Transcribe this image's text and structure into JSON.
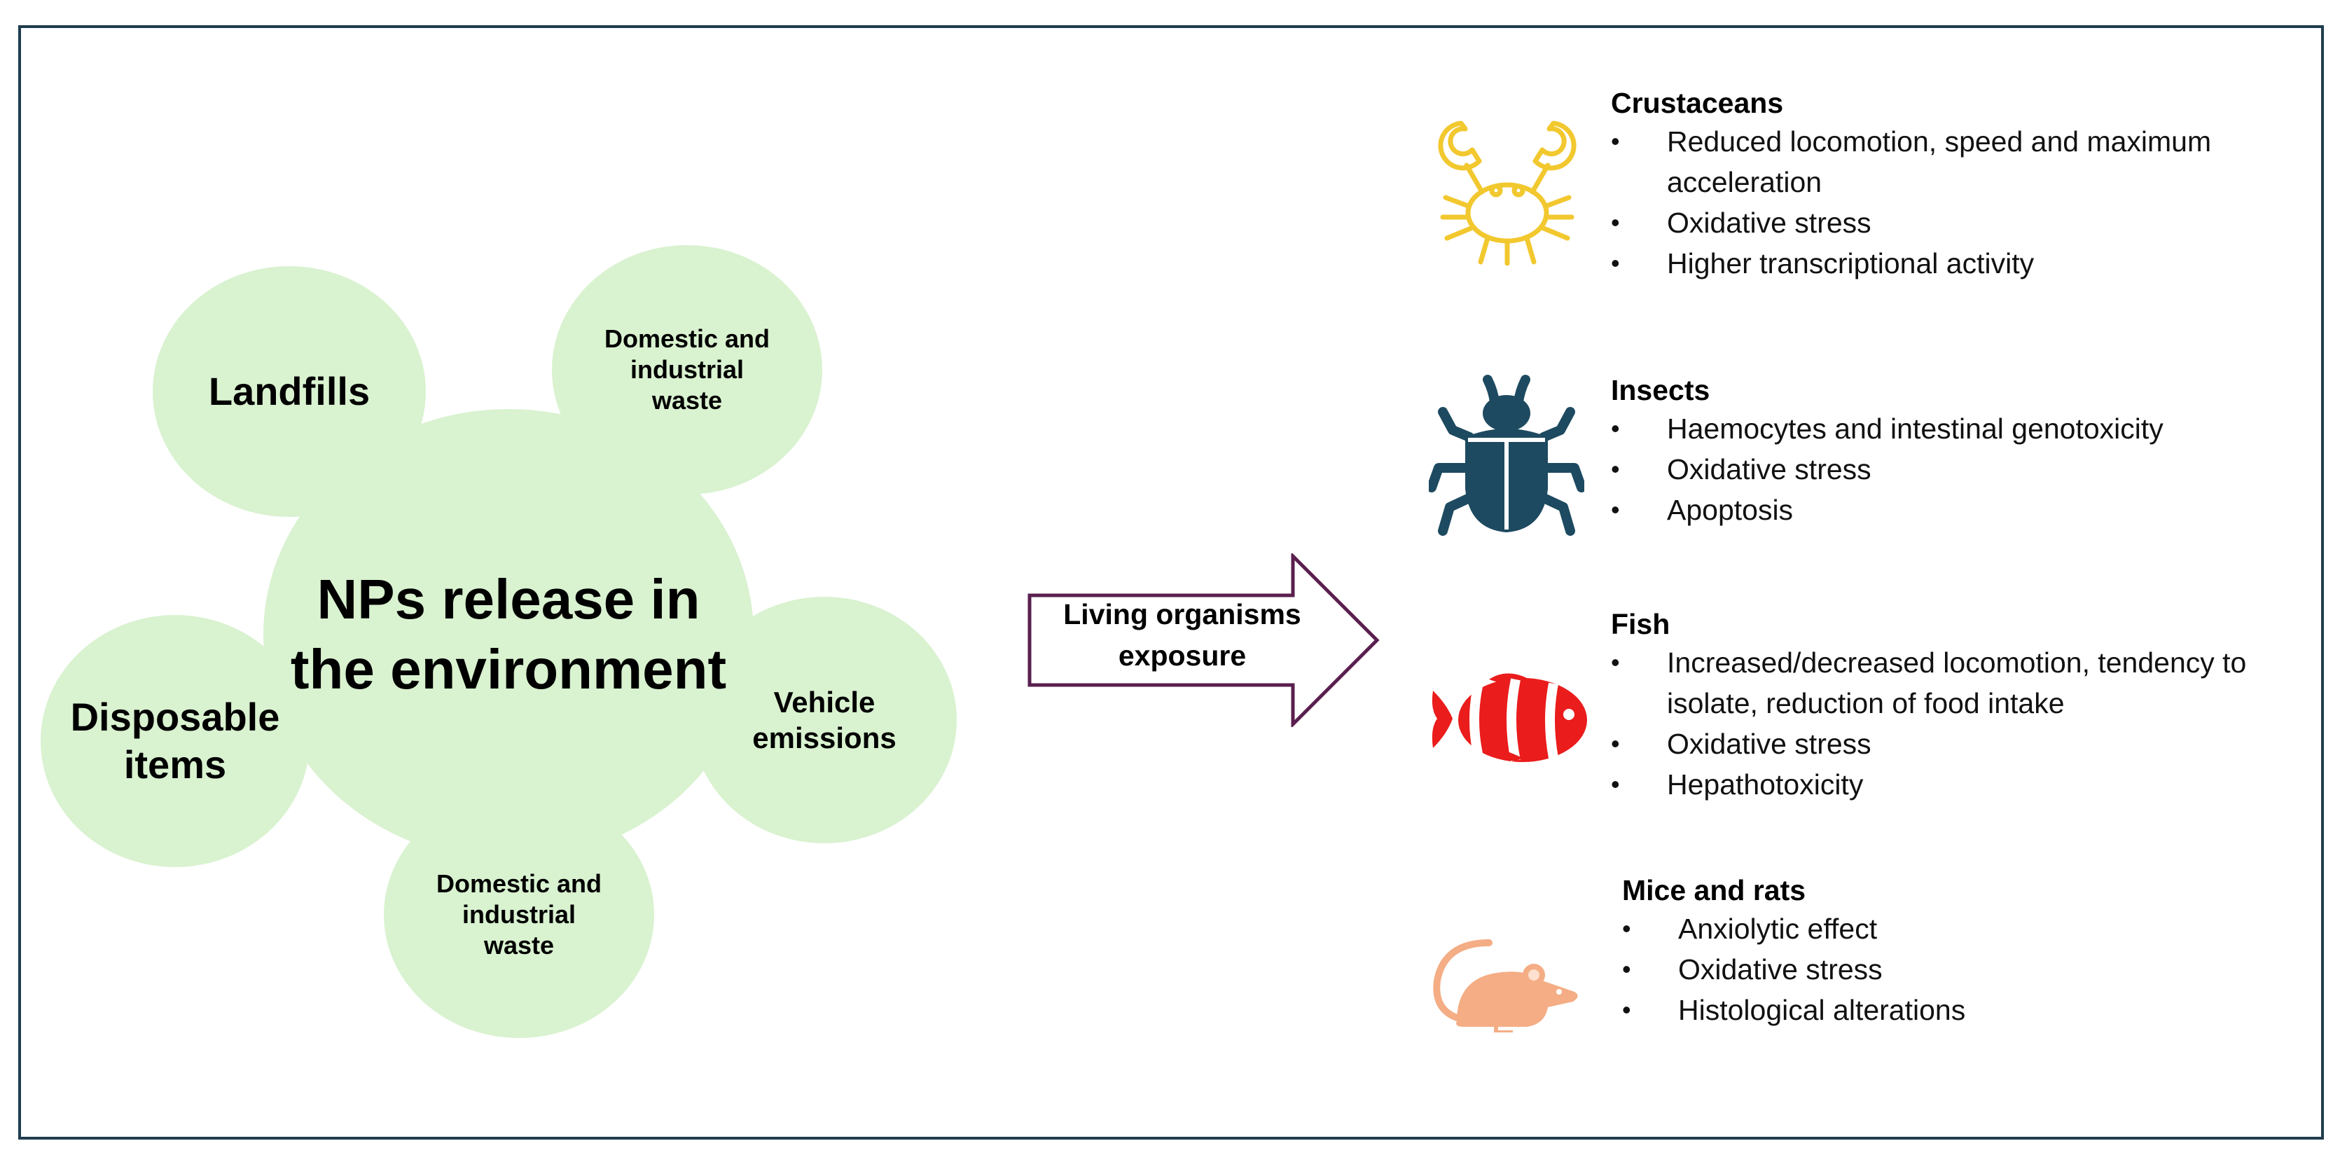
{
  "sources": {
    "landfills": "Landfills",
    "waste_top": "Domestic and industrial waste",
    "center": "NPs release in the environment",
    "disposable": "Disposable items",
    "vehicle": "Vehicle emissions",
    "waste_bottom": "Domestic and industrial waste"
  },
  "arrow": {
    "label": "Living organisms exposure"
  },
  "organisms": [
    {
      "title": "Crustaceans",
      "icon": "crab-icon",
      "color": "#f2c82f",
      "effects": [
        "Reduced locomotion, speed and maximum acceleration",
        "Oxidative stress",
        "Higher transcriptional activity"
      ]
    },
    {
      "title": "Insects",
      "icon": "beetle-icon",
      "color": "#1d4a60",
      "effects": [
        "Haemocytes and intestinal genotoxicity",
        "Oxidative stress",
        "Apoptosis"
      ]
    },
    {
      "title": "Fish",
      "icon": "clownfish-icon",
      "color": "#ea1c1c",
      "effects": [
        "Increased/decreased locomotion, tendency to isolate, reduction of food intake",
        "Oxidative stress",
        "Hepathotoxicity"
      ]
    },
    {
      "title": "Mice and rats",
      "icon": "mouse-icon",
      "color": "#f4ad85",
      "effects": [
        "Anxiolytic effect",
        "Oxidative stress",
        "Histological alterations"
      ]
    }
  ],
  "colors": {
    "circle_fill": "#d9f2d0",
    "frame_border": "#1f3d4d",
    "arrow_stroke": "#5a1f4f"
  }
}
